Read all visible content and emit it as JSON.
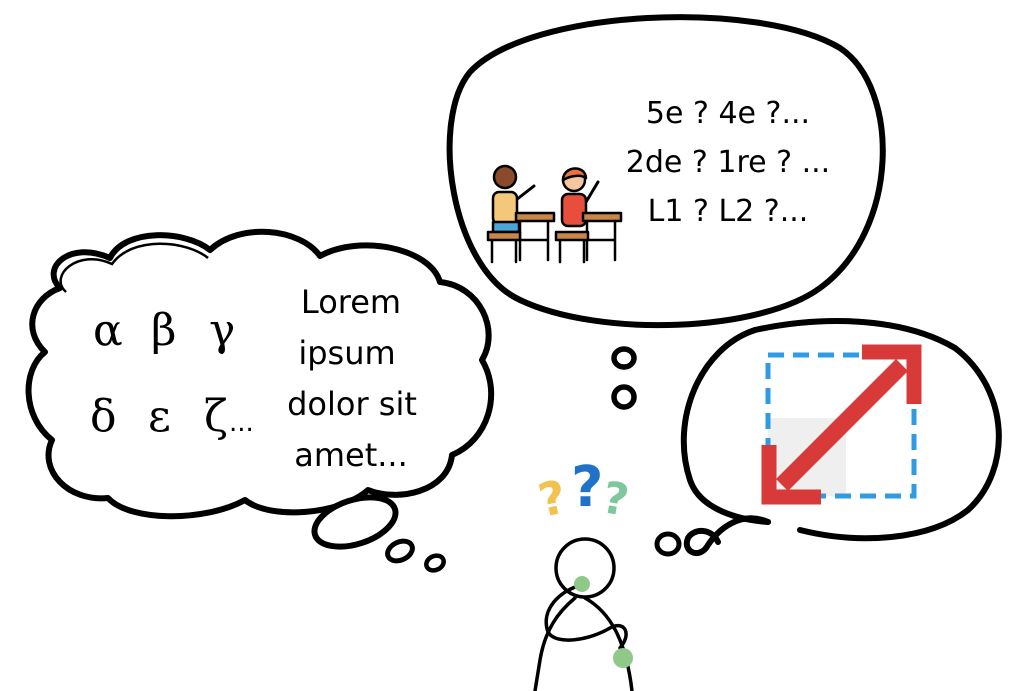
{
  "greek_bubble": {
    "row1": [
      "α",
      "β",
      "γ"
    ],
    "row2": [
      "δ",
      "ε",
      "ζ"
    ],
    "ellipsis": "..."
  },
  "lorem_bubble": {
    "lines": [
      "Lorem",
      "ipsum",
      "dolor sit",
      "amet..."
    ]
  },
  "levels_bubble": {
    "lines": [
      "5e ? 4e ?...",
      "2de ? 1re ? ...",
      "L1 ? L2 ?..."
    ]
  },
  "question_marks": {
    "glyph": "?",
    "colors": [
      "#f2c14e",
      "#1f72c8",
      "#7cc89a"
    ]
  },
  "icons": {
    "classroom": "students-at-desks-icon",
    "resize": "resize-diagonal-arrow-icon",
    "thinker": "stick-figure-thinker"
  },
  "colors": {
    "outline": "#000000",
    "resize_arrow": "#d83a3a",
    "resize_frame": "#2f9be5",
    "resize_square": "#efefef",
    "figure_dots": "#8fc98a",
    "student_left_shirt": "#f4c77a",
    "student_right_shirt": "#e84e3b",
    "desk": "#c98646"
  }
}
